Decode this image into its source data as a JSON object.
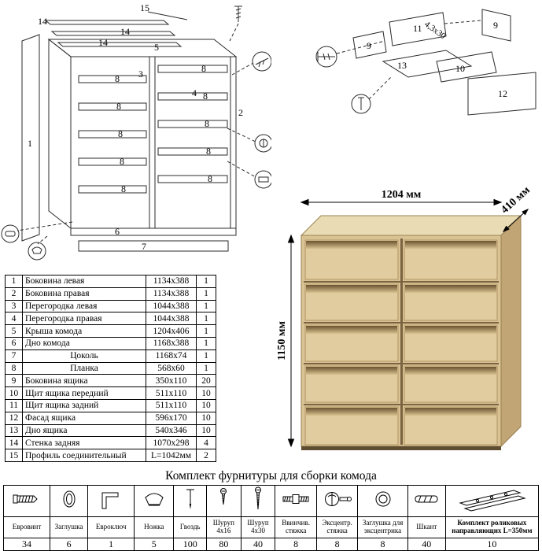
{
  "title": "Комплект фурнитуры для сборки комода",
  "dimensions": {
    "width": "1204 мм",
    "depth": "410 мм",
    "height": "1150 мм"
  },
  "cabinet_diagram": {
    "labels": [
      "15",
      "14",
      "14",
      "14",
      "5",
      "3",
      "4",
      "2",
      "1",
      "8",
      "8",
      "8",
      "8",
      "8",
      "8",
      "8",
      "8",
      "8",
      "8",
      "6",
      "7"
    ]
  },
  "drawer_diagram": {
    "labels": [
      "11",
      "9",
      "9",
      "13",
      "10",
      "12"
    ],
    "screw_label": "4,3x30"
  },
  "parts_table": {
    "rows": [
      {
        "num": "1",
        "name": "Боковина левая",
        "size": "1134x388",
        "qty": "1"
      },
      {
        "num": "2",
        "name": "Боковина правая",
        "size": "1134x388",
        "qty": "1"
      },
      {
        "num": "3",
        "name": "Перегородка левая",
        "size": "1044x388",
        "qty": "1"
      },
      {
        "num": "4",
        "name": "Перегородка правая",
        "size": "1044x388",
        "qty": "1"
      },
      {
        "num": "5",
        "name": "Крыша комода",
        "size": "1204x406",
        "qty": "1"
      },
      {
        "num": "6",
        "name": "Дно комода",
        "size": "1168x388",
        "qty": "1"
      },
      {
        "num": "7",
        "name": "Цоколь",
        "size": "1168x74",
        "qty": "1"
      },
      {
        "num": "8",
        "name": "Планка",
        "size": "568x60",
        "qty": "1"
      },
      {
        "num": "9",
        "name": "Боковина ящика",
        "size": "350x110",
        "qty": "20"
      },
      {
        "num": "10",
        "name": "Щит ящика передний",
        "size": "511x110",
        "qty": "10"
      },
      {
        "num": "11",
        "name": "Щит ящика задний",
        "size": "511x110",
        "qty": "10"
      },
      {
        "num": "12",
        "name": "Фасад ящика",
        "size": "596x170",
        "qty": "10"
      },
      {
        "num": "13",
        "name": "Дно ящика",
        "size": "540x346",
        "qty": "10"
      },
      {
        "num": "14",
        "name": "Стенка задняя",
        "size": "1070x298",
        "qty": "4"
      },
      {
        "num": "15",
        "name": "Профиль соединительный",
        "size": "L=1042мм",
        "qty": "2"
      }
    ]
  },
  "hardware": {
    "items": [
      {
        "name": "Евровинт",
        "qty": "34"
      },
      {
        "name": "Заглушка",
        "qty": "6"
      },
      {
        "name": "Евроключ",
        "qty": "1"
      },
      {
        "name": "Ножка",
        "qty": "5"
      },
      {
        "name": "Гвоздь",
        "qty": "100"
      },
      {
        "name": "Шуруп 4x16",
        "qty": "80"
      },
      {
        "name": "Шуруп 4x30",
        "qty": "40"
      },
      {
        "name": "Ввинчив. стяжка",
        "qty": "8"
      },
      {
        "name": "Эксцентр. стяжка",
        "qty": "8"
      },
      {
        "name": "Заглушка для эксцентрика",
        "qty": "8"
      },
      {
        "name": "Шкант",
        "qty": "40"
      },
      {
        "name": "Комплект роликовых направляющих L=350мм",
        "qty": "10"
      }
    ]
  },
  "colors": {
    "wood_top": "#e9dcb4",
    "wood_front": "#d9c395",
    "wood_side": "#c2a575",
    "groove_dark": "#6b5330"
  }
}
